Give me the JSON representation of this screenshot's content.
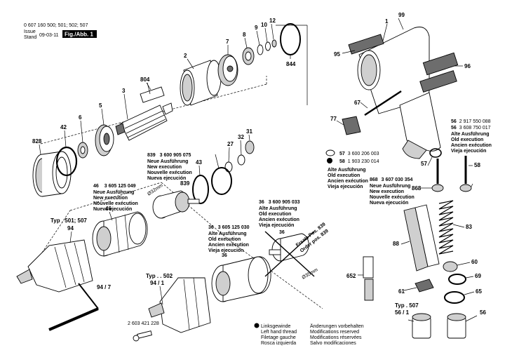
{
  "header": {
    "doc_number": "0 607 160 500; 501; 502; 507",
    "issue_label": "Issue",
    "stand_label": "Stand",
    "issue_date": "09-03-11",
    "figure_label": "Fig./Abb. 1"
  },
  "part_numbers": [
    "1",
    "2",
    "3",
    "5",
    "6",
    "7",
    "8",
    "9",
    "10",
    "12",
    "27",
    "31",
    "32",
    "42",
    "43",
    "46",
    "56",
    "57",
    "58",
    "60",
    "61",
    "65",
    "67",
    "69",
    "77",
    "83",
    "88",
    "94",
    "95",
    "96",
    "99",
    "652",
    "804",
    "828",
    "839",
    "844",
    "868"
  ],
  "notes": {
    "n839": {
      "code": "839",
      "order": "3 600 905 075",
      "lines": [
        "Neue Ausführung",
        "New execution",
        "Nouvelle exécution",
        "Nueva ejecución"
      ]
    },
    "n46": {
      "code": "46",
      "order": "3 605 125 049",
      "lines": [
        "Neue Ausführung",
        "New execution",
        "Nouvelle exécution",
        "Nueva ejecución"
      ]
    },
    "n36a": {
      "code": "36",
      "order": "3 600 905 033",
      "lines": [
        "Alte Ausführung",
        "Old execution",
        "Ancien exécution",
        "Vieja ejecución"
      ]
    },
    "n36b": {
      "code": "36",
      "order": "3 605 125 030",
      "lines": [
        "Alte Ausführung",
        "Old execution",
        "Ancien exécution",
        "Vieja ejecución"
      ]
    },
    "n57": {
      "code": "57",
      "order": "3 600 206 003"
    },
    "n58": {
      "code": "58",
      "order": "1 903 230 014"
    },
    "old_exec": [
      "Alte Ausführung",
      "Old execution",
      "Ancien exécution",
      "Vieja ejecución"
    ],
    "n56": {
      "code1": "56",
      "order1": "2 917 550 088",
      "code2": "56",
      "order2": "3 608 750 017",
      "lines": [
        "Alte Ausführung",
        "Old execution",
        "Ancien exécution",
        "Vieja ejecución"
      ]
    },
    "n868": {
      "code": "868",
      "order": "3 607 030 354",
      "lines": [
        "Neue Ausführung",
        "New execution",
        "Nouvelle exécution",
        "Nueva ejecución"
      ]
    }
  },
  "typ_labels": {
    "typ501": "Typ . 501; 507",
    "typ502": "Typ . . 502",
    "typ507": "Typ . 507",
    "t94": "94",
    "t94_1": "94 / 1",
    "t94_7": "94 / 7",
    "t56_1": "56 / 1"
  },
  "misc": {
    "order_no": "2 603 421 228",
    "dim32": "Ø32mm",
    "dim35": "Ø35mm",
    "ersatz": "Ersatz Pos. 839",
    "order_pos": "Order pos. 839"
  },
  "footer": {
    "left": [
      "Linksgewinde",
      "Left hand thread",
      "Filetage gauche",
      "Rosca izquierda"
    ],
    "right": [
      "Änderungen vorbehalten",
      "Modifications reserved",
      "Modifications réservées",
      "Salvo modificaciones"
    ]
  }
}
